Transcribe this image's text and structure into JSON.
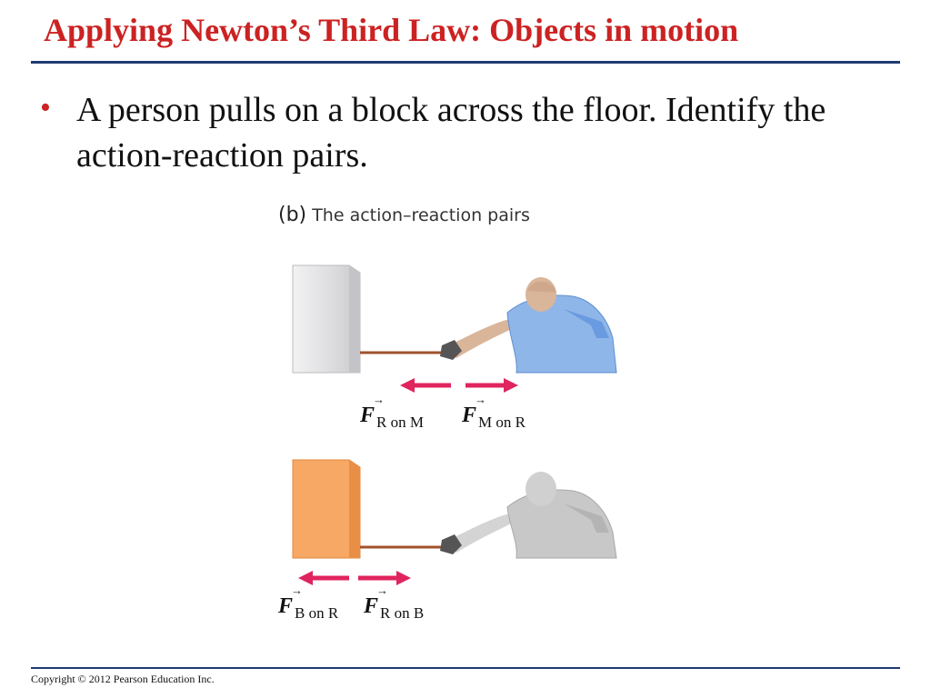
{
  "slide": {
    "title": "Applying Newton’s Third Law: Objects in motion",
    "bullet": "A person pulls on a block across the floor. Identify the action-reaction pairs.",
    "bullet_symbol": "•"
  },
  "figure": {
    "part_letter": "(b)",
    "caption": "The action–reaction pairs",
    "top_pair": [
      {
        "symbol": "F",
        "subscript": "R on M"
      },
      {
        "symbol": "F",
        "subscript": "M on R"
      }
    ],
    "bottom_pair": [
      {
        "symbol": "F",
        "subscript": "B on R"
      },
      {
        "symbol": "F",
        "subscript": "R on B"
      }
    ],
    "colors": {
      "arrow": "#e0245e",
      "block_top": "#e4e4e6",
      "block_bottom": "#f4a460",
      "rope": "#a0522d",
      "person_top": "#8fb6e8",
      "person_bottom": "#c8c8c8"
    }
  },
  "footer": {
    "copyright": "Copyright © 2012 Pearson Education Inc."
  }
}
